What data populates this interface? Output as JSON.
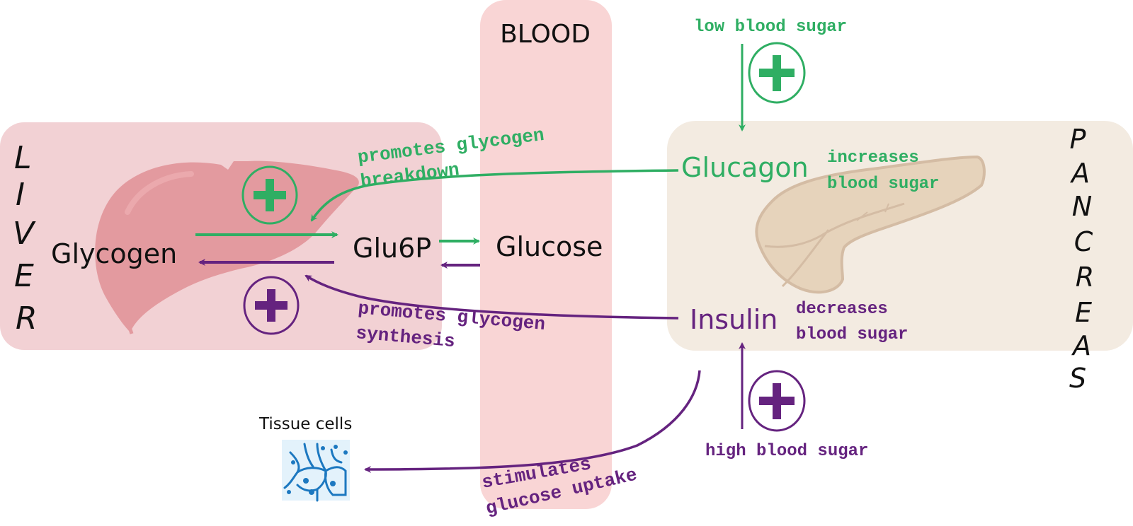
{
  "colors": {
    "green": "#2fae63",
    "purple": "#65237f",
    "black": "#111111",
    "liver_bg": "#f2d1d4",
    "liver_organ": "#e39a9f",
    "blood_bg": "#f9d5d5",
    "pancreas_bg": "#f3ebe1",
    "pancreas_organ": "#e6d3bb",
    "pancreas_outline": "#d4bca4",
    "tissue_bg": "#e3f2fb",
    "tissue_line": "#1c78c0"
  },
  "regions": {
    "liver_label": [
      "L",
      "I",
      "V",
      "E",
      "R"
    ],
    "blood_label": "BLOOD",
    "pancreas_label": [
      "P",
      "A",
      "N",
      "C",
      "R",
      "E",
      "A",
      "S"
    ]
  },
  "molecules": {
    "glycogen": "Glycogen",
    "glu6p": "Glu6P",
    "glucose": "Glucose"
  },
  "hormones": {
    "glucagon": "Glucagon",
    "insulin": "Insulin"
  },
  "stimuli": {
    "low": "low blood sugar",
    "high": "high blood sugar"
  },
  "effects": {
    "glucagon_line1": "increases",
    "glucagon_line2": "blood sugar",
    "insulin_line1": "decreases",
    "insulin_line2": "blood sugar"
  },
  "actions": {
    "breakdown_line1": "promotes glycogen",
    "breakdown_line2": "breakdown",
    "synthesis_line1": "promotes glycogen",
    "synthesis_line2": "synthesis",
    "uptake_line1": "stimulates",
    "uptake_line2": "glucose uptake"
  },
  "tissue": {
    "label": "Tissue cells"
  },
  "symbols": {
    "plus": "+"
  }
}
